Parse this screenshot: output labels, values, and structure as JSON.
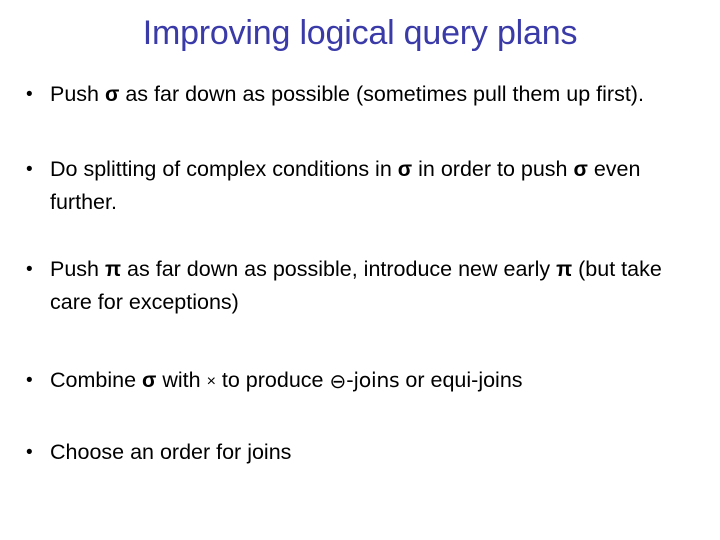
{
  "slide": {
    "title": "Improving logical query plans",
    "title_color": "#3a3aa8",
    "background_color": "#ffffff",
    "text_color": "#000000",
    "bullet_marker": "•",
    "bullets": [
      {
        "id": "push-selections-down",
        "marker": "•",
        "full_text": "Push σ as far down as possible (sometimes pull them up first).",
        "segments": [
          {
            "kind": "text",
            "value": "Push "
          },
          {
            "kind": "symbol",
            "value": "σ",
            "name": "sigma-selection-operator"
          },
          {
            "kind": "text",
            "value": " as far down as possible (sometimes pull them up first)."
          }
        ]
      },
      {
        "id": "split-complex-conditions",
        "marker": "•",
        "full_text": "Do splitting of complex conditions in σ in order to push σ even further.",
        "segments": [
          {
            "kind": "text",
            "value": "Do splitting of complex conditions in "
          },
          {
            "kind": "symbol",
            "value": "σ",
            "name": "sigma-selection-operator"
          },
          {
            "kind": "text",
            "value": " in order to push "
          },
          {
            "kind": "symbol",
            "value": "σ",
            "name": "sigma-selection-operator"
          },
          {
            "kind": "text",
            "value": " even further."
          }
        ]
      },
      {
        "id": "push-projections-down",
        "marker": "•",
        "full_text": "Push π as far down as possible, introduce new early π (but take care for exceptions)",
        "segments": [
          {
            "kind": "text",
            "value": "Push "
          },
          {
            "kind": "symbol",
            "value": "π",
            "name": "pi-projection-operator"
          },
          {
            "kind": "text",
            "value": " as far down as possible, introduce new early "
          },
          {
            "kind": "symbol",
            "value": "π",
            "name": "pi-projection-operator"
          },
          {
            "kind": "text",
            "value": " (but take care for exceptions)"
          }
        ]
      },
      {
        "id": "combine-selection-with-product",
        "marker": "•",
        "full_text": "Combine σ with × to produce ⊖-joins or equi-joins",
        "segments": [
          {
            "kind": "text",
            "value": "Combine "
          },
          {
            "kind": "symbol",
            "value": "σ",
            "name": "sigma-selection-operator"
          },
          {
            "kind": "text",
            "value": " with "
          },
          {
            "kind": "times",
            "value": "×",
            "name": "cartesian-product-operator"
          },
          {
            "kind": "text",
            "value": " to produce "
          },
          {
            "kind": "theta",
            "value": "⊖",
            "name": "theta-join-symbol"
          },
          {
            "kind": "alt",
            "value": "-joins"
          },
          {
            "kind": "text",
            "value": " or equi-joins"
          }
        ]
      },
      {
        "id": "choose-join-order",
        "marker": "•",
        "full_text": "Choose an order for joins",
        "segments": [
          {
            "kind": "text",
            "value": "Choose an order for joins"
          }
        ]
      }
    ]
  }
}
